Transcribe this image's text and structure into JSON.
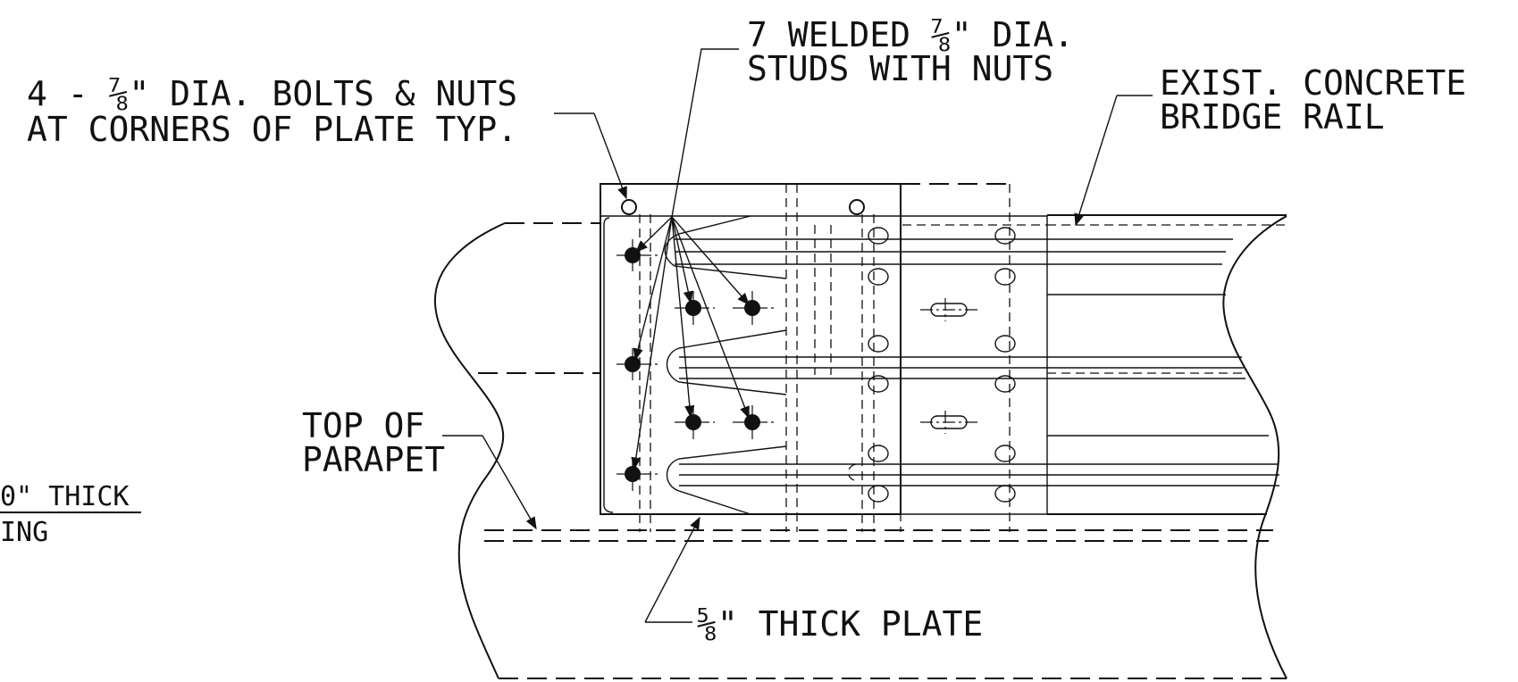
{
  "labels": {
    "studs_line1": "7 WELDED ⅞\" DIA.",
    "studs_line2": "STUDS WITH NUTS",
    "bolts_line1": "4 - ⅞\" DIA. BOLTS & NUTS",
    "bolts_line2": "AT CORNERS OF PLATE TYP.",
    "rail_line1": "EXIST. CONCRETE",
    "rail_line2": "BRIDGE RAIL",
    "parapet_line1": "TOP OF",
    "parapet_line2": "PARAPET",
    "partial_line1": "0\" THICK",
    "partial_line2": "ING",
    "plate": "⅝\" THICK PLATE"
  },
  "colors": {
    "ink": "#111111",
    "paper": "#ffffff"
  }
}
